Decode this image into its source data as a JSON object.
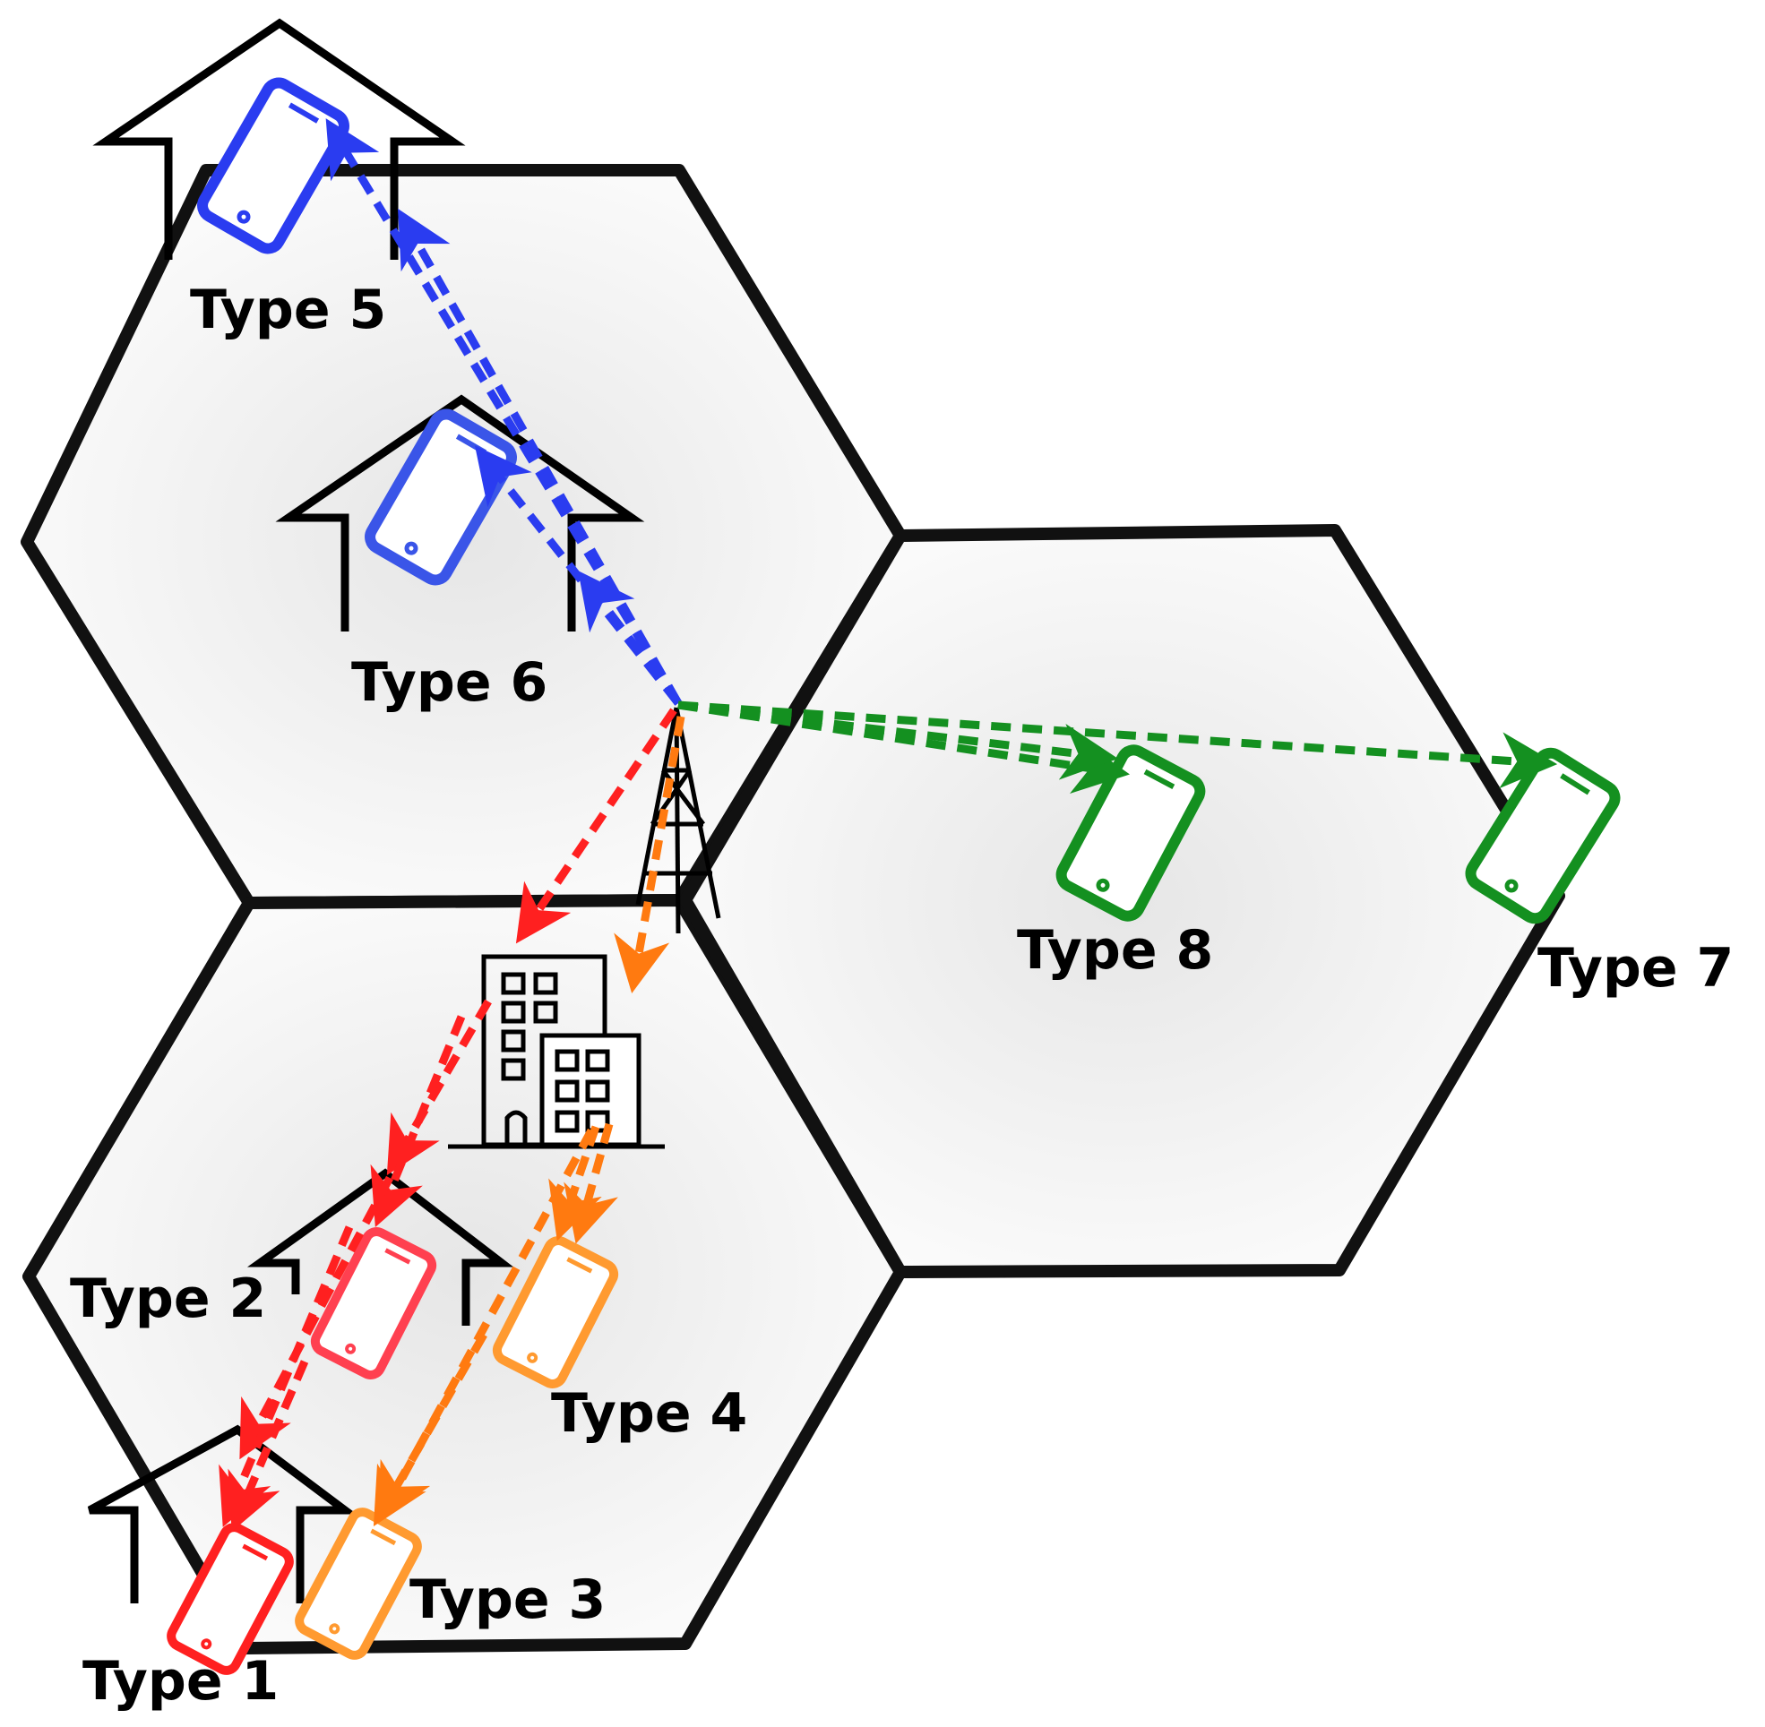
{
  "labels": {
    "type1": "Type 1",
    "type2": "Type 2",
    "type3": "Type 3",
    "type4": "Type 4",
    "type5": "Type 5",
    "type6": "Type 6",
    "type7": "Type 7",
    "type8": "Type 8"
  },
  "colors": {
    "type1_2": "#ff2020",
    "type3_4": "#ff7a10",
    "type5_6": "#2a3cf0",
    "type7_8": "#149020",
    "hex_stroke": "#111111"
  },
  "icons": [
    "tower-icon",
    "office-building-icon",
    "house-icon",
    "smartphone-icon",
    "arrowhead-icon"
  ]
}
